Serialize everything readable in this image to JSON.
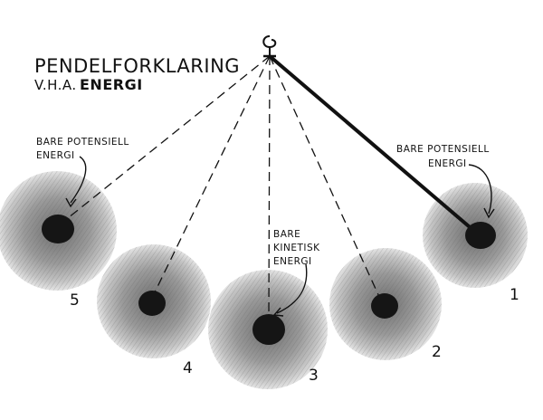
{
  "title_line1": "PENDELFORKLARING",
  "title_line2_prefix": "V.H.A.",
  "title_line2_emphasis": "ENERGI",
  "labels": {
    "left_potential_line1": "BARE POTENSIELL",
    "left_potential_line2": "ENERGI",
    "right_potential_line1": "BARE POTENSIELL",
    "right_potential_line2": "ENERGI",
    "kinetic_line1": "BARE",
    "kinetic_line2": "KINETISK",
    "kinetic_line3": "ENERGI"
  },
  "positions": [
    "1",
    "2",
    "3",
    "4",
    "5"
  ],
  "colors": {
    "ink": "#111111",
    "shade": "#8a8a8a",
    "bob": "#151515"
  }
}
